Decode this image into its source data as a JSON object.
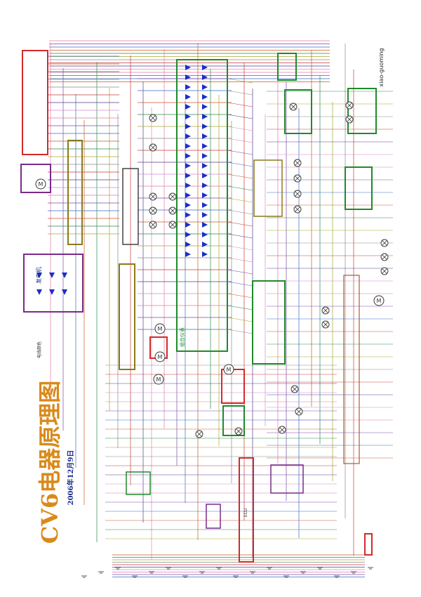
{
  "title": "CV6电器原理图",
  "date": "2006年12月9日",
  "author": "xiao-guoming",
  "blocks": {
    "central": "组合仪表",
    "alternator": "发电机",
    "ecu": "ECU",
    "wire_colors": "电线颜色"
  },
  "colors": {
    "title": "#d98a1c",
    "date": "#1a2f8a",
    "frame_green": "#1f8a2a",
    "frame_red": "#d42a2a",
    "frame_purple": "#7a2a8a",
    "frame_olive": "#8a7a1a",
    "diode_blue": "#1a2fc8"
  }
}
